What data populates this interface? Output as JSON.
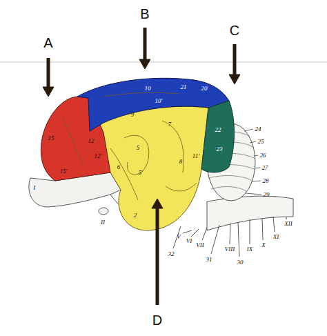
{
  "diagram": {
    "labels": [
      "A",
      "B",
      "C",
      "D",
      "24",
      "25",
      "26",
      "27",
      "28",
      "29",
      "XII",
      "XI",
      "X",
      "IX",
      "VIII",
      "VII",
      "VI",
      "V",
      "30",
      "31",
      "32",
      "II",
      "2",
      "I",
      "15",
      "15'",
      "12",
      "12'",
      "10",
      "10'",
      "21",
      "20",
      "9",
      "7",
      "6",
      "5",
      "5'",
      "8",
      "11'",
      "22",
      "23"
    ]
  }
}
